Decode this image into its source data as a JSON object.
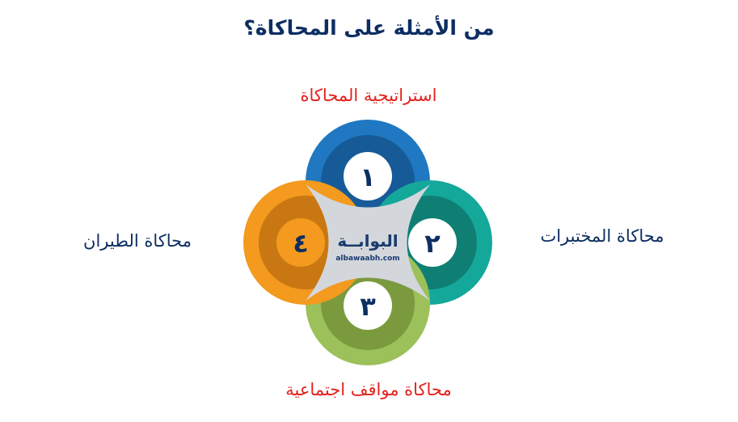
{
  "title": "من الأمثلة على المحاكاة؟",
  "items": [
    {
      "number": "١",
      "label": "استراتيجية المحاكاة",
      "color_outer": "#1f78c1",
      "color_inner": "#165a98",
      "label_color": "#e3211c"
    },
    {
      "number": "٢",
      "label": "محاكاة المختبرات",
      "color_outer": "#14a89b",
      "color_inner": "#0f7f74",
      "label_color": "#0d2e62"
    },
    {
      "number": "٣",
      "label": "محاكاة مواقف اجتماعية",
      "color_outer": "#9cc05a",
      "color_inner": "#7b9a3e",
      "label_color": "#e3211c"
    },
    {
      "number": "٤",
      "label": "محاكاة الطيران",
      "color_outer": "#f39a1f",
      "color_inner": "#c97712",
      "label_color": "#0d2e62"
    }
  ],
  "logo": {
    "main": "البوابــة",
    "sub": "albawaabh.com"
  },
  "colors": {
    "title": "#0d2e62",
    "center": "#d3d7dc"
  }
}
